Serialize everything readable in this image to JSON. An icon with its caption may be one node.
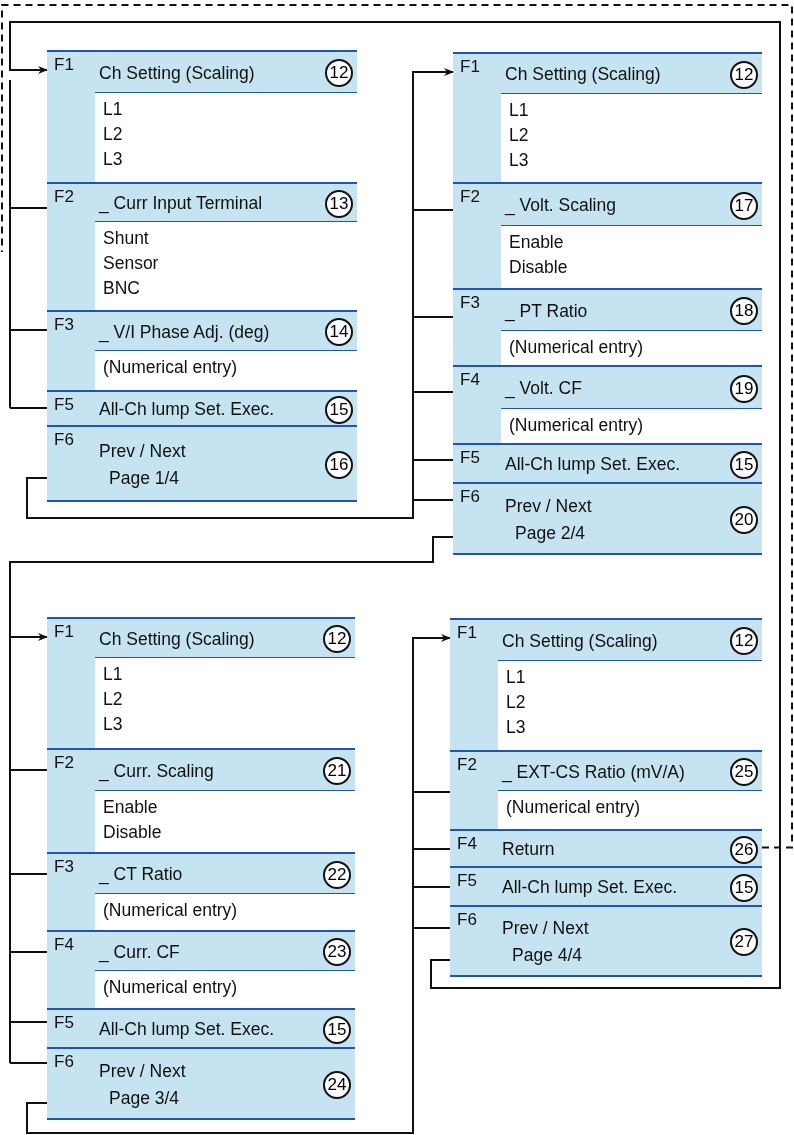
{
  "diagram": {
    "nodes": [
      {
        "text": [],
        "shape": "box"
      },
      {
        "text": [
          "F1",
          "Ch Setting (Scaling)",
          "12",
          "L1",
          "L2",
          "L3"
        ],
        "in": 0
      },
      {
        "text": [
          "F2",
          "_ Curr Input Terminal",
          "13",
          "Shunt",
          "Sensor",
          "BNC"
        ],
        "in": 0
      },
      {
        "text": [
          "F3",
          "_ V/I Phase Adj. (deg)",
          "14",
          "(Numerical entry)"
        ],
        "in": 0
      },
      {
        "text": [
          "F5",
          "All-Ch lump Set. Exec.",
          "15"
        ],
        "in": 0
      },
      {
        "text": [
          "F6",
          "Prev / Next",
          "16",
          "Page 1/4"
        ],
        "in": 0
      },
      {
        "text": [],
        "shape": "box"
      },
      {
        "text": [
          "F1",
          "Ch Setting (Scaling)",
          "12",
          "L1",
          "L2",
          "L3"
        ],
        "in": 6
      },
      {
        "text": [
          "F2",
          "_ Volt. Scaling",
          "17",
          "Enable",
          "Disable"
        ],
        "in": 6
      },
      {
        "text": [
          "F3",
          "_ PT Ratio",
          "18",
          "(Numerical entry)"
        ],
        "in": 6
      },
      {
        "text": [
          "F4",
          "_ Volt. CF",
          "19",
          "(Numerical entry)"
        ],
        "in": 6
      },
      {
        "text": [
          "F5",
          "All-Ch lump Set. Exec.",
          "15"
        ],
        "in": 6
      },
      {
        "text": [
          "F6",
          "Prev / Next",
          "20",
          "Page 2/4"
        ],
        "in": 6
      },
      {
        "text": [],
        "shape": "box"
      },
      {
        "text": [
          "F1",
          "Ch Setting (Scaling)",
          "12",
          "L1",
          "L2",
          "L3"
        ],
        "in": 13
      },
      {
        "text": [
          "F2",
          "_ Curr. Scaling",
          "21",
          "Enable",
          "Disable"
        ],
        "in": 13
      },
      {
        "text": [
          "F3",
          "_ CT Ratio",
          "22",
          "(Numerical entry)"
        ],
        "in": 13
      },
      {
        "text": [
          "F4",
          "_ Curr. CF",
          "23",
          "(Numerical entry)"
        ],
        "in": 13
      },
      {
        "text": [
          "F5",
          "All-Ch lump Set. Exec.",
          "15"
        ],
        "in": 13
      },
      {
        "text": [
          "F6",
          "Prev / Next",
          "24",
          "Page 3/4"
        ],
        "in": 13
      },
      {
        "text": [],
        "shape": "box"
      },
      {
        "text": [
          "F1",
          "Ch Setting (Scaling)",
          "12",
          "L1",
          "L2",
          "L3"
        ],
        "in": 20
      },
      {
        "text": [
          "F2",
          "_ EXT-CS Ratio (mV/A)",
          "25",
          "(Numerical entry)"
        ],
        "in": 20
      },
      {
        "text": [
          "F4",
          "Return",
          "26"
        ],
        "in": 20
      },
      {
        "text": [
          "F5",
          "All-Ch lump Set. Exec.",
          "15"
        ],
        "in": 20
      },
      {
        "text": [
          "F6",
          "Prev / Next",
          "27",
          "Page 4/4"
        ],
        "in": 20
      }
    ],
    "edges": [
      {
        "from": 5,
        "to": 7,
        "arrow": "to"
      },
      {
        "from": 12,
        "to": 14,
        "arrow": "to"
      },
      {
        "from": 19,
        "to": 21,
        "arrow": "to"
      },
      {
        "from": 25,
        "to": 1,
        "arrow": "to"
      },
      {
        "from": 23,
        "to": null,
        "arrow": "none",
        "style": "dashed"
      }
    ]
  }
}
